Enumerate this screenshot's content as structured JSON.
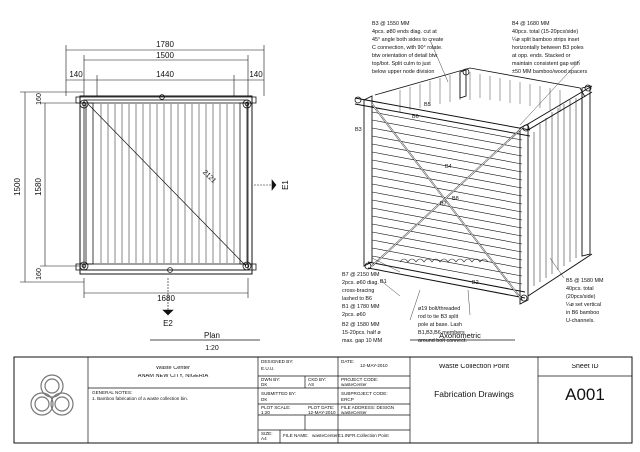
{
  "plan": {
    "dim_top_overall": "1780",
    "dim_top_inner": "1500",
    "dim_top_left": "140",
    "dim_top_mid": "1440",
    "dim_top_right": "140",
    "dim_left_overall": "1500",
    "dim_left_inner": "1580",
    "dim_left_top": "160",
    "dim_left_bottom": "160",
    "dim_bottom": "1680",
    "diagonal": "2121",
    "elev_right": "E1",
    "elev_bottom": "E2",
    "title": "Plan",
    "scale": "1:20"
  },
  "axo": {
    "title": "Axonometric",
    "labels": {
      "b5": "B5",
      "b6": "B6",
      "b4": "B4",
      "b8": "B8",
      "b7": "B7",
      "b1": "B1",
      "b2": "B2",
      "b3": "B3"
    },
    "notes": {
      "b3": [
        "B3 @ 1550 MM",
        "4pcs. ø80 ends diag. cut at",
        "45° angle both sides to create",
        "C connection, with 90° rotate.",
        "btw orientation of detail btw",
        "top/bot. Split culm to just",
        "below upper node division"
      ],
      "b4": [
        "B4 @ 1680 MM",
        "40pcs. total (15-20pcs/side)",
        "¼ø split bamboo strips inset",
        "horizontally between B3 poles",
        "at opp. ends. Stacked or",
        "maintain consistent gap with",
        "±50 MM bamboo/wood spacers"
      ],
      "b7": [
        "B7 @ 2150 MM",
        "2pcs. ø60 diag.",
        "cross-bracing",
        "lashed to B6"
      ],
      "b1": [
        "B1 @ 1780 MM",
        "2pcs. ø60"
      ],
      "b2": [
        "B2 @ 1580 MM",
        "15-20pcs. half ø",
        "max. gap 10 MM"
      ],
      "bolt": [
        "ø19 bolt/threaded",
        "rod to tie B3 split",
        "pole at base. Lash",
        "B1,B3,B6 members",
        "around bolt connect."
      ],
      "b5": [
        "B5 @ 1580 MM",
        "40pcs. total",
        "(20pcs/side)",
        "¼ø set vertical",
        "in B6 bamboo",
        "U-channels."
      ]
    }
  },
  "titleblock": {
    "client": "Waste Center",
    "location": "ANAM NEW CITY, NIGERIA",
    "designed_by_label": "DESIGNED BY:",
    "designed_by": "E.U.U.",
    "date_label": "DATE:",
    "date": "12-MAY-2010",
    "drawn_by_label": "DWN BY:",
    "drawn_by": "DK",
    "checked_by_label": "CKD BY:",
    "checked_by": "AS",
    "project_code_label": "PROJECT CODE:",
    "project_code": "wasteCenter",
    "general_notes_label": "GENERAL NOTES:",
    "general_note": "1. Bamboo fabrication of a waste collection bin.",
    "submitted_by_label": "SUBMITTED BY:",
    "submitted_by": "DK",
    "subproject_code_label": "SUBPROJECT CODE:",
    "subproject_code": "ERCP",
    "plot_scale_label": "PLOT SCALE:",
    "plot_scale": "1:20",
    "plot_date_label": "PLOT DATE:",
    "plot_date": "12-MAY-2010",
    "file_address_label": "FILE ADDRESS: DESIGN",
    "file_address": "wasteCenter",
    "size_label": "SIZE:",
    "size": "A4",
    "file_name_label": "FILE NAME:",
    "file_name": "wasteCenterE1.INFR.Collection Point",
    "project_title": "Waste Collection Point",
    "drawing_title": "Fabrication Drawings",
    "sheet_label": "Sheet ID",
    "sheet_id": "A001"
  }
}
